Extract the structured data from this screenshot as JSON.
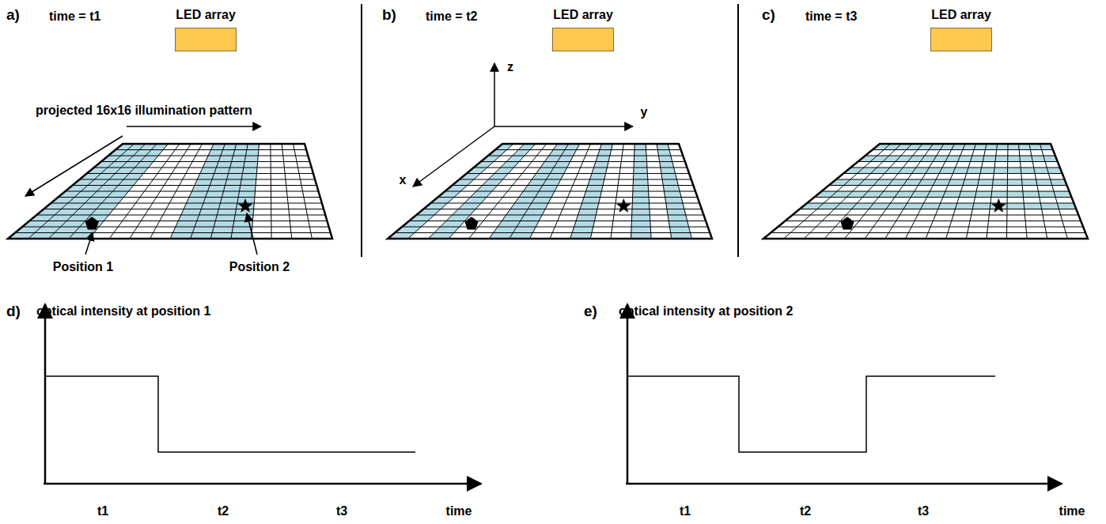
{
  "diagram": {
    "nodes": [
      {
        "text": [
          "LED array"
        ]
      },
      {
        "text": [
          "LED array"
        ]
      },
      {
        "text": [
          "LED array"
        ]
      }
    ],
    "labels": [
      "a)",
      "time = t1",
      "projected 16x16 illumination pattern",
      "Position 1",
      "Position 2",
      "b)",
      "time = t2",
      "z",
      "y",
      "x",
      "c)",
      "time = t3",
      "d)",
      "optical intensity at position 1",
      "t1",
      "t2",
      "t3",
      "time",
      "e)",
      "optical intensity at position 2",
      "t1",
      "t2",
      "t3",
      "time"
    ]
  }
}
